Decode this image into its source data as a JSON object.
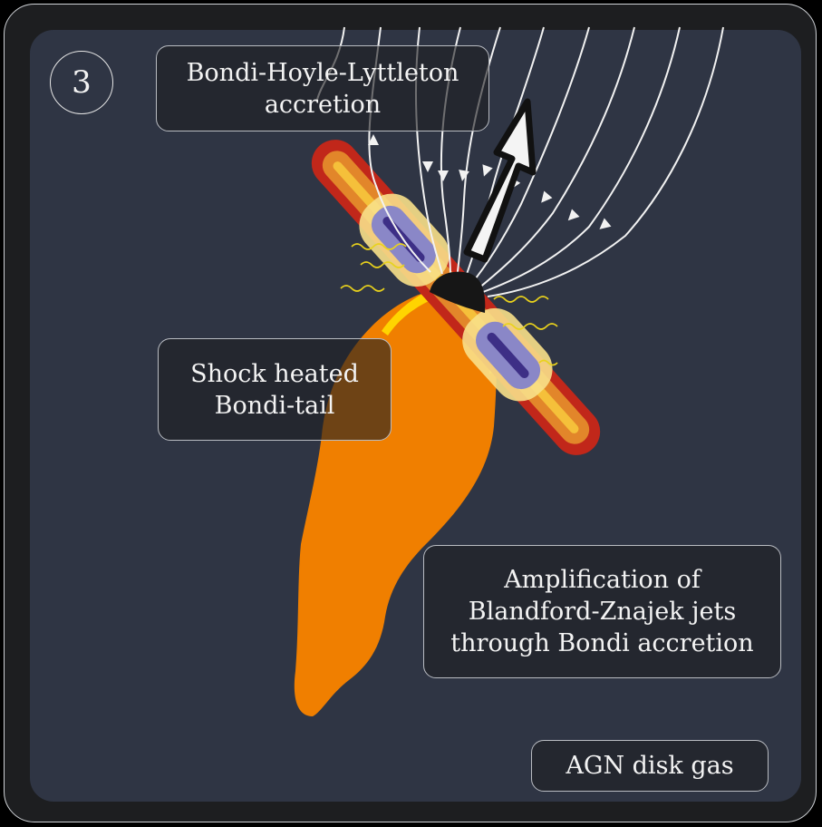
{
  "step_number": "3",
  "labels": {
    "bhl_accretion": "Bondi-Hoyle-Lyttleton\naccretion",
    "bondi_tail": "Shock heated\nBondi-tail",
    "jet_amplification": "Amplification of\nBlandford-Znajek jets\nthrough Bondi accretion",
    "agn_disk_gas": "AGN disk gas"
  },
  "colors": {
    "background": "#2f3544",
    "bondi_tail": "#f07f00",
    "jet_outer": "#c1271a",
    "jet_mid": "#e2862a",
    "jet_core": "#f8e08a",
    "jet_inner": "#7b6fae",
    "black_hole": "#161616",
    "streamlines": "#f2f2f2",
    "shock_edge": "#ffd400",
    "waves": "#e9d21c"
  }
}
